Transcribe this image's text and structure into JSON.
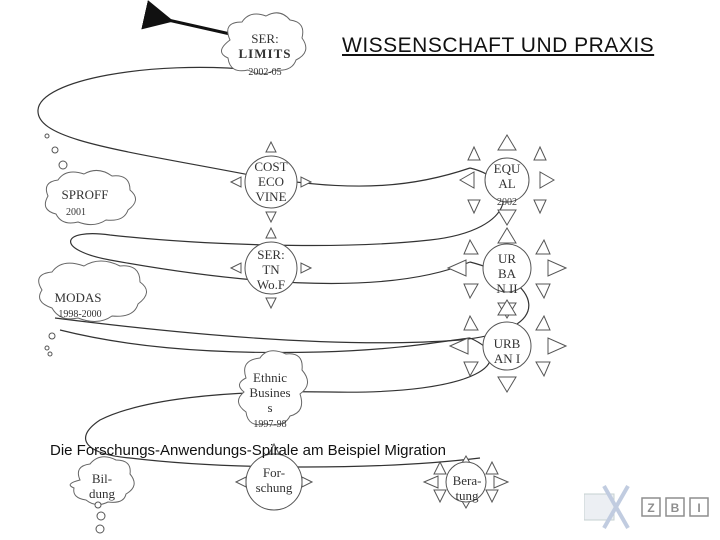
{
  "header": {
    "title": "WISSENSCHAFT UND PRAXIS",
    "ser_limits": {
      "line1": "SER:",
      "line2": "LIMITS",
      "year": "2002-05"
    }
  },
  "nodes": {
    "sproff": {
      "label": "SPROFF",
      "year": "2001"
    },
    "modas": {
      "label": "MODAS",
      "year": "1998-2000"
    },
    "cost_ecovine": {
      "line1": "COST",
      "line2": "ECO",
      "line3": "VINE"
    },
    "ser_tnwof": {
      "line1": "SER:",
      "line2": "TN",
      "line3": "Wo.F"
    },
    "equal": {
      "line1": "EQU",
      "line2": "AL",
      "year": "2002"
    },
    "urbanii_a": {
      "line1": "UR",
      "line2": "BA",
      "line3": "N II"
    },
    "urbanii_b": {
      "line1": "URB",
      "line2": "AN I"
    },
    "ethnic": {
      "line1": "Ethnic",
      "line2": "Busines",
      "line3": "s",
      "year": "1997-98"
    }
  },
  "footer": {
    "caption": "Die Forschungs-Anwendungs-Spirale am Beispiel Migration",
    "bildung": {
      "line1": "Bil-",
      "line2": "dung"
    },
    "forschung": {
      "line1": "For-",
      "line2": "schung"
    },
    "beratung": {
      "line1": "Bera-",
      "line2": "tung"
    }
  },
  "logo": {
    "letters": [
      "Z",
      "B",
      "I"
    ]
  }
}
